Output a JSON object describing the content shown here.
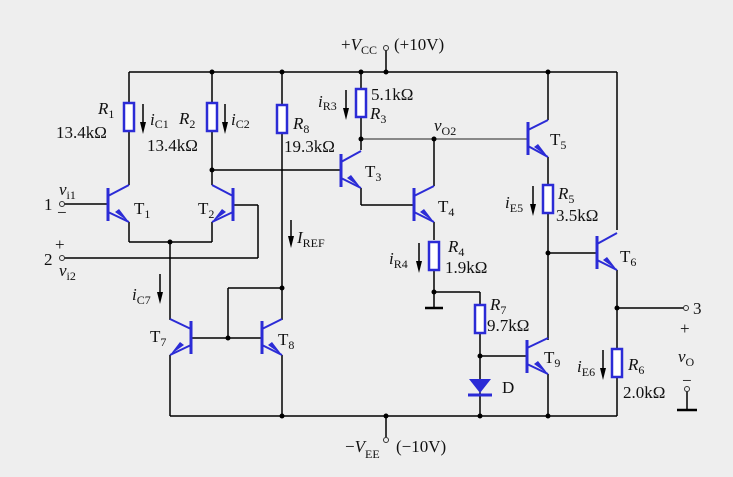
{
  "supplies": {
    "vcc": {
      "sign": "+",
      "symbol": "V",
      "sub": "CC",
      "value": "(+10V)"
    },
    "vee": {
      "sign": "−",
      "symbol": "V",
      "sub": "EE",
      "value": "(−10V)"
    }
  },
  "resistors": [
    {
      "id": "R1",
      "label": "R",
      "sub": "1",
      "value": "13.4kΩ"
    },
    {
      "id": "R2",
      "label": "R",
      "sub": "2",
      "value": "13.4kΩ"
    },
    {
      "id": "R8",
      "label": "R",
      "sub": "8",
      "value": "19.3kΩ"
    },
    {
      "id": "R3",
      "label": "R",
      "sub": "3",
      "value": "5.1kΩ"
    },
    {
      "id": "R4",
      "label": "R",
      "sub": "4",
      "value": "1.9kΩ"
    },
    {
      "id": "R7",
      "label": "R",
      "sub": "7",
      "value": "9.7kΩ"
    },
    {
      "id": "R5",
      "label": "R",
      "sub": "5",
      "value": "3.5kΩ"
    },
    {
      "id": "R6",
      "label": "R",
      "sub": "6",
      "value": "2.0kΩ"
    }
  ],
  "transistors": [
    {
      "id": "T1",
      "label": "T",
      "sub": "1"
    },
    {
      "id": "T2",
      "label": "T",
      "sub": "2"
    },
    {
      "id": "T3",
      "label": "T",
      "sub": "3"
    },
    {
      "id": "T4",
      "label": "T",
      "sub": "4"
    },
    {
      "id": "T5",
      "label": "T",
      "sub": "5"
    },
    {
      "id": "T6",
      "label": "T",
      "sub": "6"
    },
    {
      "id": "T7",
      "label": "T",
      "sub": "7"
    },
    {
      "id": "T8",
      "label": "T",
      "sub": "8"
    },
    {
      "id": "T9",
      "label": "T",
      "sub": "9"
    }
  ],
  "currents": [
    {
      "id": "iC1",
      "symbol": "i",
      "sub": "C1"
    },
    {
      "id": "iC2",
      "symbol": "i",
      "sub": "C2"
    },
    {
      "id": "iR3",
      "symbol": "i",
      "sub": "R3"
    },
    {
      "id": "IREF",
      "symbol": "I",
      "sub": "REF"
    },
    {
      "id": "iC7",
      "symbol": "i",
      "sub": "C7"
    },
    {
      "id": "iR4",
      "symbol": "i",
      "sub": "R4"
    },
    {
      "id": "iE5",
      "symbol": "i",
      "sub": "E5"
    },
    {
      "id": "iE6",
      "symbol": "i",
      "sub": "E6"
    }
  ],
  "terminals": {
    "in1": {
      "number": "1",
      "symbol": "v",
      "sub": "i1",
      "polarity": "−"
    },
    "in2": {
      "number": "2",
      "symbol": "v",
      "sub": "i2",
      "polarity": "+"
    },
    "out": {
      "number": "3",
      "symbol": "v",
      "sub": "O",
      "plus": "+",
      "minus": "−"
    }
  },
  "nodes": {
    "vo2": {
      "symbol": "v",
      "sub": "O2"
    }
  },
  "diode": {
    "label": "D"
  }
}
